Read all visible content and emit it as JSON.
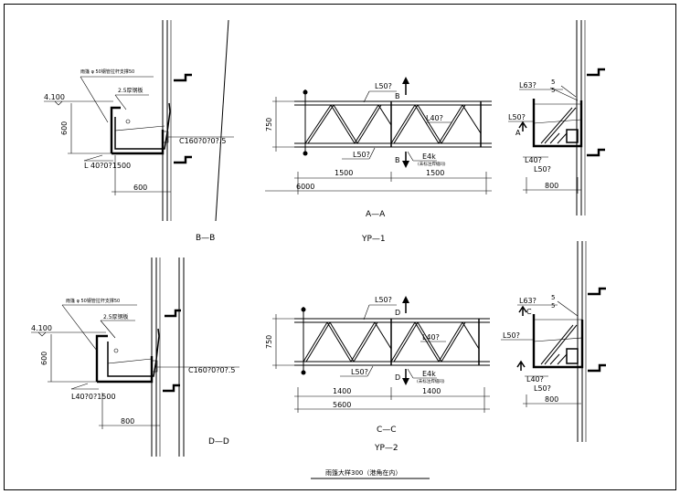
{
  "frame": {
    "stroke": "#000000",
    "background": "#ffffff"
  },
  "section_bb": {
    "elevation": "4.100",
    "note": "雨篷 φ 50钢管拉杆支撑50",
    "plate": "2.5厚钢板",
    "beam": "C160?0?0?.5",
    "angle": "L 40?0?1500",
    "height": "600",
    "width": "600",
    "title": "B—B"
  },
  "elevation_yp1": {
    "top_chord": "L50?",
    "diagonal": "L40?",
    "bottom_chord": "L50?",
    "height": "750",
    "marker": "B",
    "anchor": "E4k",
    "anchor_note": "(未标注焊缝同)",
    "dim_a": "1500",
    "dim_b": "1500",
    "total": "6000",
    "section_title": "A—A",
    "title": "YP—1"
  },
  "detail_aa": {
    "top": "L63?",
    "weld1": "5",
    "weld2": "5",
    "side": "L50?",
    "bottom1": "L40?",
    "bottom2": "L50?",
    "marker_left": "A",
    "width": "800"
  },
  "section_dd": {
    "elevation": "4.100",
    "note": "雨篷 φ 50钢管拉杆支撑50",
    "plate": "2.5厚钢板",
    "beam": "C160?0?0?.5",
    "angle": "L40?0?1500",
    "height": "600",
    "width": "800",
    "title": "D—D"
  },
  "elevation_yp2": {
    "top_chord": "L50?",
    "diagonal": "L40?",
    "bottom_chord": "L50?",
    "height": "750",
    "marker": "D",
    "anchor": "E4k",
    "anchor_note": "(未标注焊缝同)",
    "dim_a": "1400",
    "dim_b": "1400",
    "total": "5600",
    "section_title": "C—C",
    "title": "YP—2"
  },
  "detail_cc": {
    "top": "L63?",
    "weld1": "5",
    "weld2": "5",
    "side": "L50?",
    "bottom1": "L40?",
    "bottom2": "L50?",
    "marker_left": "C",
    "width": "800"
  },
  "footer": {
    "caption": "雨篷大样300（港角在内）"
  }
}
